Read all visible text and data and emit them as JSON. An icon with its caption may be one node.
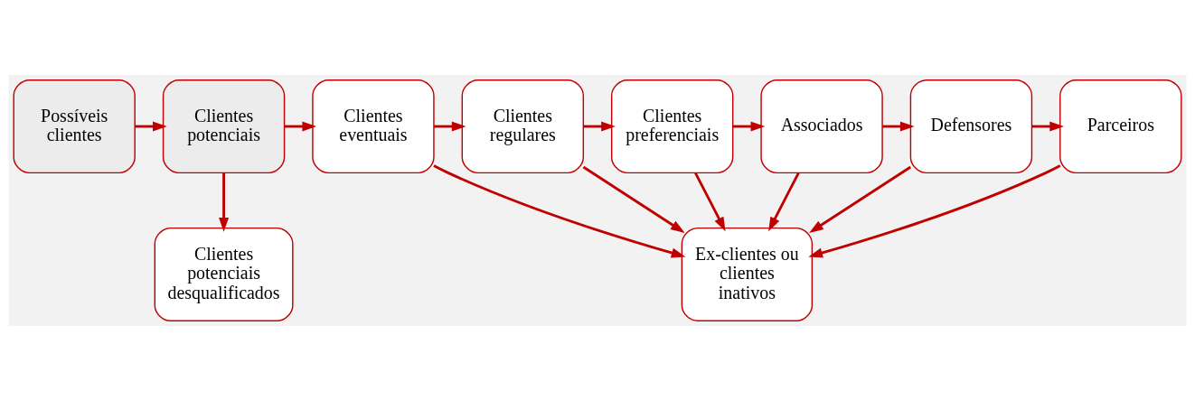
{
  "diagram": {
    "nodes": [
      {
        "text": [
          "Possíveis clientes"
        ]
      },
      {
        "text": [
          "Clientes potenciais"
        ]
      },
      {
        "text": [
          "Clientes eventuais"
        ]
      },
      {
        "text": [
          "Clientes regulares"
        ]
      },
      {
        "text": [
          "Clientes preferenciais"
        ]
      },
      {
        "text": [
          "Associados"
        ]
      },
      {
        "text": [
          "Defensores"
        ]
      },
      {
        "text": [
          "Parceiros"
        ]
      },
      {
        "text": [
          "Clientes potenciais desqualificados"
        ]
      },
      {
        "text": [
          "Ex-clientes ou clientes inativos"
        ]
      }
    ],
    "edges": [
      {
        "from": 0,
        "to": 1,
        "arrow": "to"
      },
      {
        "from": 1,
        "to": 2,
        "arrow": "to"
      },
      {
        "from": 2,
        "to": 3,
        "arrow": "to"
      },
      {
        "from": 3,
        "to": 4,
        "arrow": "to"
      },
      {
        "from": 4,
        "to": 5,
        "arrow": "to"
      },
      {
        "from": 5,
        "to": 6,
        "arrow": "to"
      },
      {
        "from": 6,
        "to": 7,
        "arrow": "to"
      },
      {
        "from": 1,
        "to": 8,
        "arrow": "to"
      },
      {
        "from": 2,
        "to": 9,
        "arrow": "to"
      },
      {
        "from": 3,
        "to": 9,
        "arrow": "to"
      },
      {
        "from": 4,
        "to": 9,
        "arrow": "to"
      },
      {
        "from": 5,
        "to": 9,
        "arrow": "to"
      },
      {
        "from": 6,
        "to": 9,
        "arrow": "to"
      },
      {
        "from": 7,
        "to": 9,
        "arrow": "to"
      }
    ]
  }
}
